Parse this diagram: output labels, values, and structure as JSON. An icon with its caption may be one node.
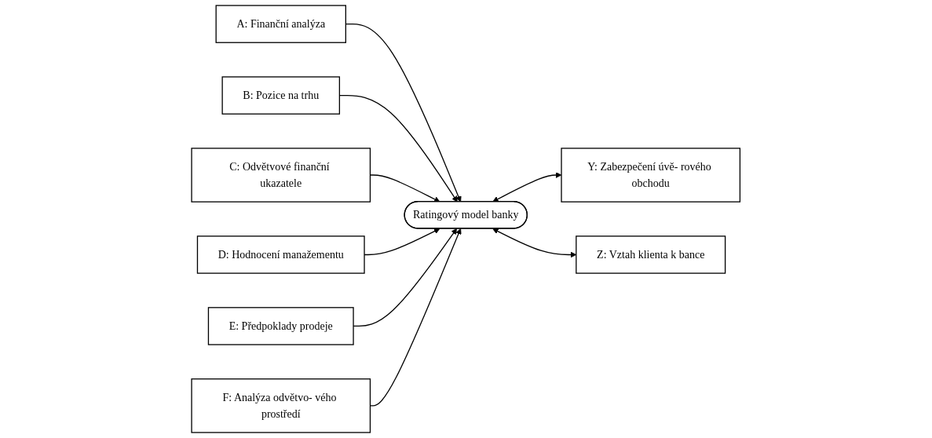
{
  "diagram": {
    "nodes": [
      {
        "text": [
          "A: Finanční analýza"
        ]
      },
      {
        "text": [
          "B: Pozice na trhu"
        ]
      },
      {
        "text": [
          "C: Odvětvové finanční ukazatele"
        ]
      },
      {
        "text": [
          "D: Hodnocení manažementu"
        ]
      },
      {
        "text": [
          "E: Předpoklady prodeje"
        ]
      },
      {
        "text": [
          "F: Analýza odvětvo- vého prostředí"
        ]
      },
      {
        "text": [
          "Ratingový model banky"
        ]
      },
      {
        "text": [
          "Y: Zabezpečení úvě- rového obchodu"
        ]
      },
      {
        "text": [
          "Z: Vztah klienta k bance"
        ]
      }
    ],
    "edges": [
      {
        "from": 0,
        "to": 6,
        "arrow": "to"
      },
      {
        "from": 1,
        "to": 6,
        "arrow": "to"
      },
      {
        "from": 2,
        "to": 6,
        "arrow": "to"
      },
      {
        "from": 3,
        "to": 6,
        "arrow": "to"
      },
      {
        "from": 4,
        "to": 6,
        "arrow": "to"
      },
      {
        "from": 5,
        "to": 6,
        "arrow": "to"
      },
      {
        "from": 6,
        "to": 7,
        "arrow": "both"
      },
      {
        "from": 6,
        "to": 8,
        "arrow": "both"
      }
    ]
  }
}
